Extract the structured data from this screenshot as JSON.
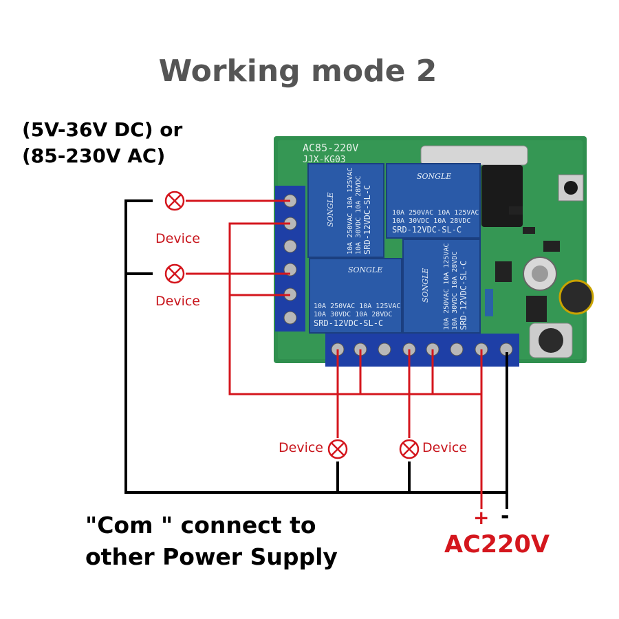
{
  "title": "Working mode 2",
  "supply": {
    "line1": "(5V-36V DC) or",
    "line2": "(85-230V AC)"
  },
  "board": {
    "label_voltage": "AC85-220V",
    "label_model": "JJX-KG03"
  },
  "relay": {
    "brand": "SONGLE",
    "rating1": "10A 250VAC  10A 125VAC",
    "rating2": "10A  30VDC  10A  28VDC",
    "model": "SRD-12VDC-SL-C"
  },
  "devices": {
    "d1": "Device",
    "d2": "Device",
    "d3": "Device",
    "d4": "Device"
  },
  "com": {
    "line1": "\"Com \" connect to",
    "line2": "other Power Supply"
  },
  "ac": {
    "plus": "+",
    "minus": "-",
    "voltage": "AC220V"
  },
  "colors": {
    "wire_red": "#d4161d",
    "wire_black": "#000000",
    "pcb": "#2f8f4e",
    "relay": "#2a5aa8",
    "terminal": "#1e3fa6"
  }
}
